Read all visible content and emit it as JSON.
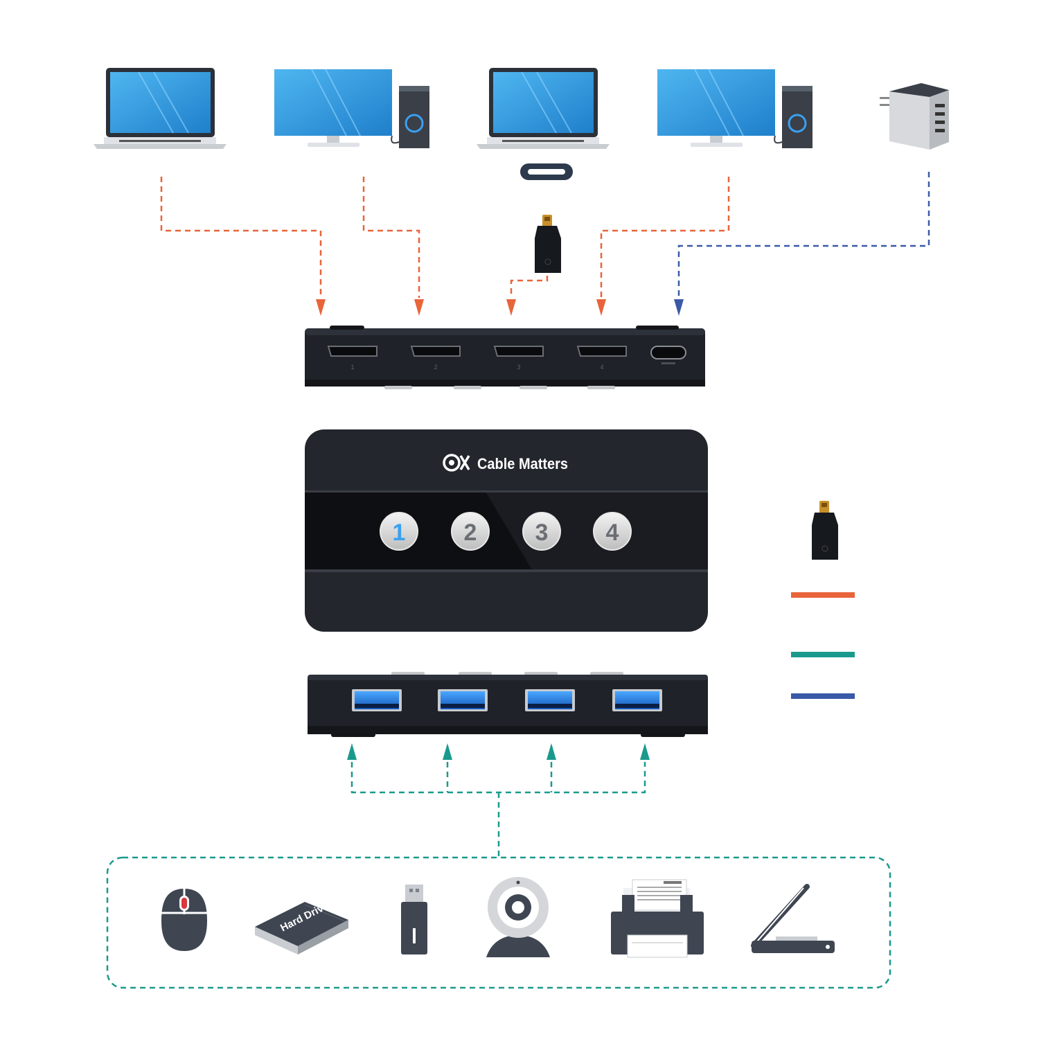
{
  "brand": {
    "name": "Cable Matters",
    "logo_icon": "cable-matters-logo-icon"
  },
  "hub": {
    "buttons": [
      "1",
      "2",
      "3",
      "4"
    ],
    "active_button": "1",
    "input_port_labels": [
      "1",
      "2",
      "3",
      "4"
    ],
    "usb_a_ports": 4
  },
  "hard_drive_label": "Hard Drive",
  "colors": {
    "computer_line": "#E8643A",
    "peripheral_line": "#1A9A8C",
    "power_line": "#3A5AA8",
    "device_body": "#1f2228",
    "screen": "#2E9BE0",
    "active_button_glow": "#3AA0F0"
  },
  "legend": {
    "items": [
      {
        "color": "#E8643A",
        "label": ""
      },
      {
        "color": "#1A9A8C",
        "label": ""
      },
      {
        "color": "#3A5AA8",
        "label": ""
      }
    ]
  },
  "icons": {
    "computers": [
      "laptop-icon",
      "desktop-icon",
      "laptop-icon",
      "desktop-icon"
    ],
    "power": "power-adapter-icon",
    "adapter": "usb-c-adapter-icon",
    "peripherals": [
      "mouse-icon",
      "hard-drive-icon",
      "usb-flash-drive-icon",
      "webcam-icon",
      "printer-icon",
      "scanner-icon"
    ]
  }
}
